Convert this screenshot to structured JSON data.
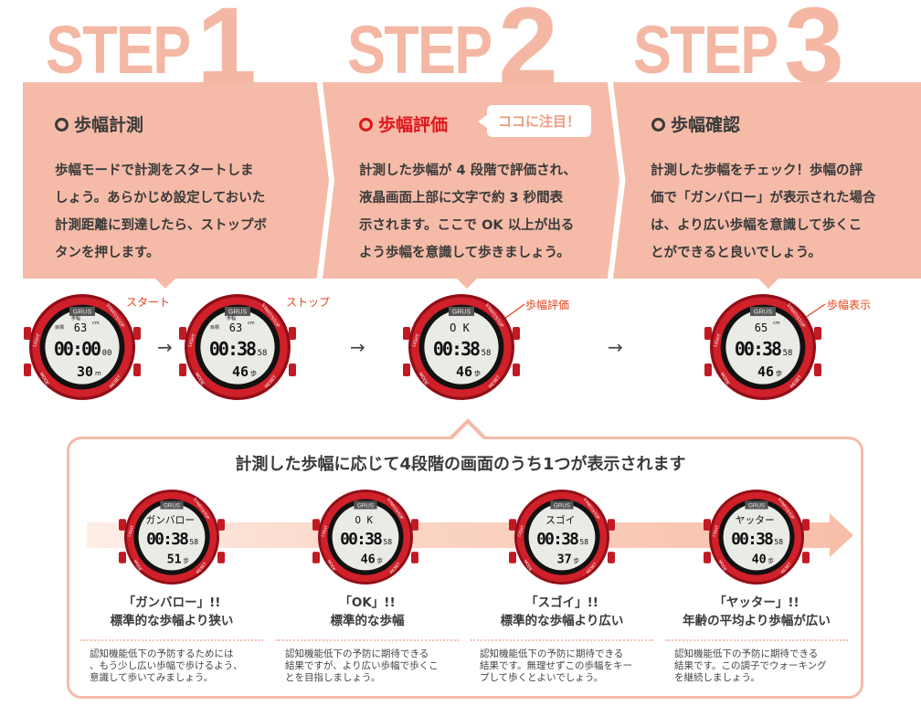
{
  "steps": [
    {
      "word": "STEP",
      "num": "1",
      "heading": "歩幅計測",
      "lines": [
        "歩幅モードで計測をスタートしま",
        "しょう。あらかじめ設定しておいた",
        "計測距離に到達したら、ストップボ",
        "タンを押します。"
      ]
    },
    {
      "word": "STEP",
      "num": "2",
      "heading": "歩幅評価",
      "badge": "ココに注目！",
      "lines": [
        "計測した歩幅が 4 段階で評価され、",
        "液晶画面上部に文字で約 3 秒間表",
        "示されます。ここで OK 以上が出る",
        "よう歩幅を意識して歩きましょう。"
      ]
    },
    {
      "word": "STEP",
      "num": "3",
      "heading": "歩幅確認",
      "lines": [
        "計測した歩幅をチェック！歩幅の評",
        "価で「ガンバロー」が表示された場合",
        "は、より広い歩幅を意識して歩くこ",
        "とができると良いでしょう。"
      ]
    }
  ],
  "watch_labels": {
    "brand": "GRUS",
    "light": "LIGHT",
    "mode": "MODE",
    "startstop": "START/STOP",
    "reset": "RESET"
  },
  "top_watches": [
    {
      "callout": "スタート",
      "top": "63",
      "top_unit": "cm",
      "side": "目標",
      "label": "歩幅",
      "time": "00:00",
      "sec": "00",
      "bottom": "30",
      "bottom_unit": "m"
    },
    {
      "callout": "ストップ",
      "top": "63",
      "top_unit": "cm",
      "side": "目標",
      "label": "歩幅",
      "time": "00:38",
      "sec": "58",
      "bottom": "46",
      "bottom_unit": "歩"
    },
    {
      "callout": "歩幅評価",
      "top": "O K",
      "time": "00:38",
      "sec": "58",
      "bottom": "46",
      "bottom_unit": "歩"
    },
    {
      "callout": "歩幅表示",
      "top": "65",
      "top_unit": "cm",
      "time": "00:38",
      "sec": "58",
      "bottom": "46",
      "bottom_unit": "歩"
    }
  ],
  "arrow_symbol": "→",
  "bottom": {
    "title": "計測した歩幅に応じて4段階の画面のうち1つが表示されます",
    "results": [
      {
        "display": "ガンバロー",
        "time": "00:38",
        "sec": "58",
        "steps": "51",
        "unit": "歩",
        "name": "「ガンバロー」!!",
        "desc": "標準的な歩幅より狭い",
        "lines": [
          "認知機能低下の予防するためには",
          "、もう少し広い歩幅で歩けるよう、",
          "意識して歩いてみましょう。"
        ]
      },
      {
        "display": "O K",
        "time": "00:38",
        "sec": "58",
        "steps": "46",
        "unit": "歩",
        "name": "「OK」!!",
        "desc": "標準的な歩幅",
        "lines": [
          "認知機能低下の予防に期待できる",
          "結果ですが、より広い歩幅で歩くこ",
          "とを目指しましょう。"
        ]
      },
      {
        "display": "スゴイ",
        "time": "00:38",
        "sec": "58",
        "steps": "37",
        "unit": "歩",
        "name": "「スゴイ」!!",
        "desc": "標準的な歩幅より広い",
        "lines": [
          "認知機能低下の予防に期待できる",
          "結果です。無理せずこの歩幅をキー",
          "プして歩くとよいでしょう。"
        ]
      },
      {
        "display": "ヤッター",
        "time": "00:38",
        "sec": "58",
        "steps": "40",
        "unit": "歩",
        "name": "「ヤッター」!!",
        "desc": "年齢の平均より歩幅が広い",
        "lines": [
          "認知機能低下の予防に期待できる",
          "結果です。この調子でウォーキング",
          "を継続しましょう。"
        ]
      }
    ]
  },
  "colors": {
    "salmon": "#f5bba8",
    "accent": "#e2141c",
    "watch_red": "#d0202a"
  }
}
